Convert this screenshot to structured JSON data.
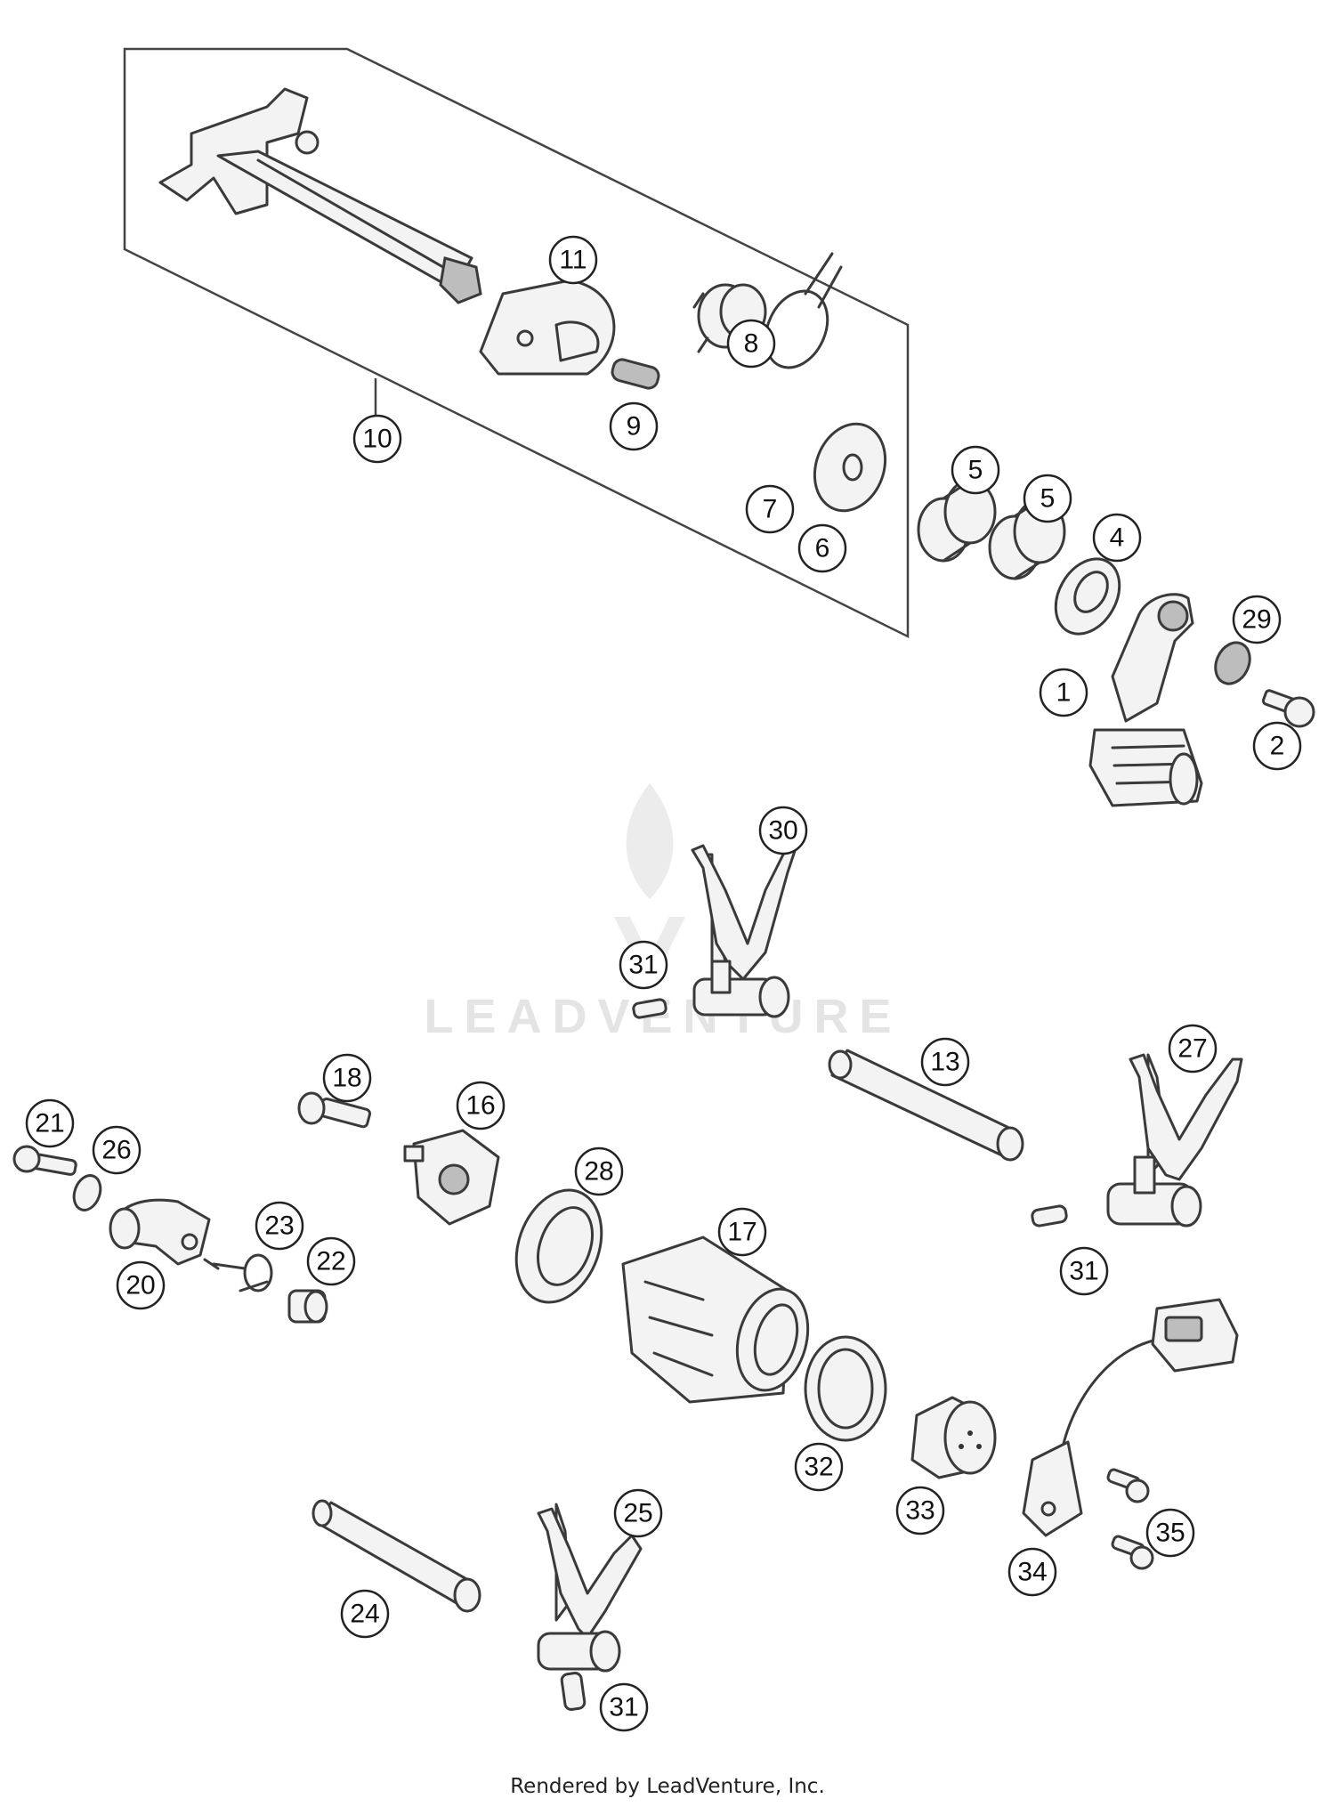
{
  "watermark": {
    "text": "LEADVENTURE"
  },
  "footer": {
    "credit": "Rendered by LeadVenture, Inc."
  },
  "callouts": [
    "1",
    "2",
    "4",
    "5",
    "5",
    "6",
    "7",
    "8",
    "9",
    "10",
    "11",
    "13",
    "16",
    "17",
    "18",
    "20",
    "21",
    "22",
    "23",
    "24",
    "25",
    "26",
    "27",
    "28",
    "29",
    "30",
    "31",
    "31",
    "31",
    "32",
    "33",
    "34",
    "35"
  ],
  "colors": {
    "line": "#3a3a3a",
    "fill": "#f3f3f3",
    "shade": "#bdbdbd",
    "watermark": "#e4e4e4"
  }
}
